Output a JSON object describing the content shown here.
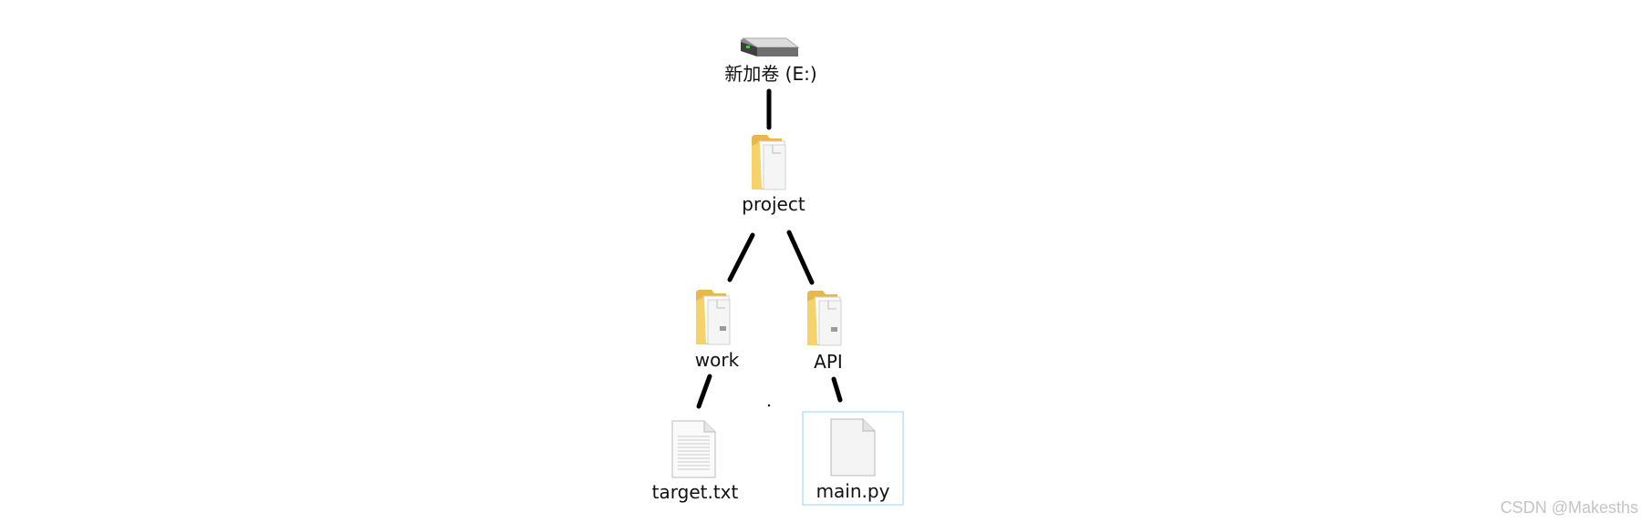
{
  "tree": {
    "drive": {
      "label": "新加卷 (E:)",
      "icon": "hard-drive-icon"
    },
    "project": {
      "label": "project",
      "icon": "folder-icon"
    },
    "work": {
      "label": "work",
      "icon": "folder-icon"
    },
    "api": {
      "label": "API",
      "icon": "folder-icon"
    },
    "target": {
      "label": "target.txt",
      "icon": "text-file-icon"
    },
    "main": {
      "label": "main.py",
      "icon": "blank-file-icon"
    }
  },
  "watermark": {
    "text": "CSDN @Makesths"
  },
  "colors": {
    "connector": "#000000",
    "folder_yellow": "#f6d26b",
    "selection_border": "#99d1ff"
  }
}
